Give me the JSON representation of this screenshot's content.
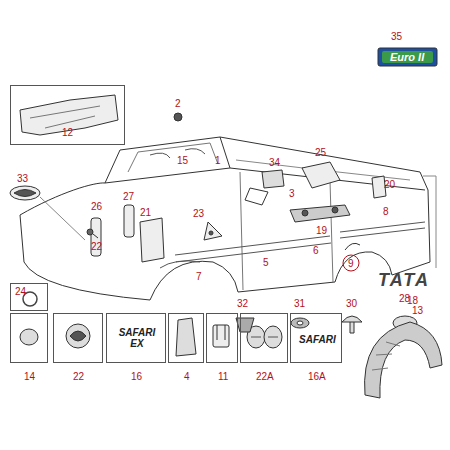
{
  "diagram": {
    "nodes": [
      {
        "text": [
          "12"
        ]
      },
      {
        "text": [
          "Euro II",
          "35"
        ]
      },
      {
        "text": [
          "24"
        ]
      },
      {
        "text": [
          "14"
        ]
      },
      {
        "text": [
          "22"
        ]
      },
      {
        "text": [
          "SAFARI EX",
          "16"
        ]
      },
      {
        "text": [
          "4"
        ]
      },
      {
        "text": [
          "11"
        ]
      },
      {
        "text": [
          "22A"
        ]
      },
      {
        "text": [
          "SAFARI",
          "16A"
        ]
      }
    ],
    "labels": [
      "2",
      "1",
      "15",
      "34",
      "25",
      "3",
      "20",
      "19",
      "8",
      "6",
      "5",
      "9",
      "7",
      "21",
      "23",
      "27",
      "26",
      "22",
      "33",
      "TATA",
      "18",
      "32",
      "31",
      "30",
      "28",
      "13"
    ]
  }
}
